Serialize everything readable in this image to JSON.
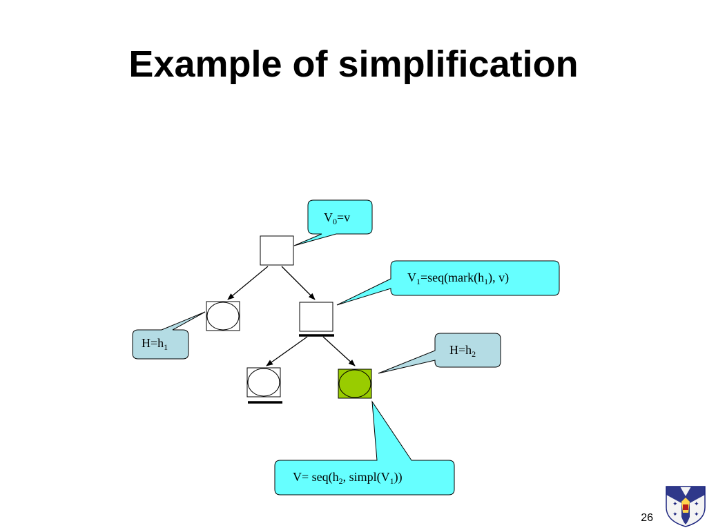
{
  "slide": {
    "title": "Example of simplification",
    "page_number": "26"
  },
  "callouts": {
    "v0": {
      "main": "V",
      "sub": "0",
      "rest": "=v"
    },
    "v1": {
      "main": "V",
      "sub": "1",
      "mid": "=seq(mark(h",
      "sub2": "1",
      "rest": "), v)"
    },
    "h1": {
      "main": "H=h",
      "sub": "1"
    },
    "h2": {
      "main": "H=h",
      "sub": "2"
    },
    "v": {
      "main": "V= seq(h",
      "sub": "2",
      "mid": ", simpl(V",
      "sub2": "1",
      "rest": "))"
    }
  },
  "colors": {
    "callout_cyan": "#66ffff",
    "callout_blue": "#b4dce4",
    "highlight_green": "#99cc00"
  }
}
